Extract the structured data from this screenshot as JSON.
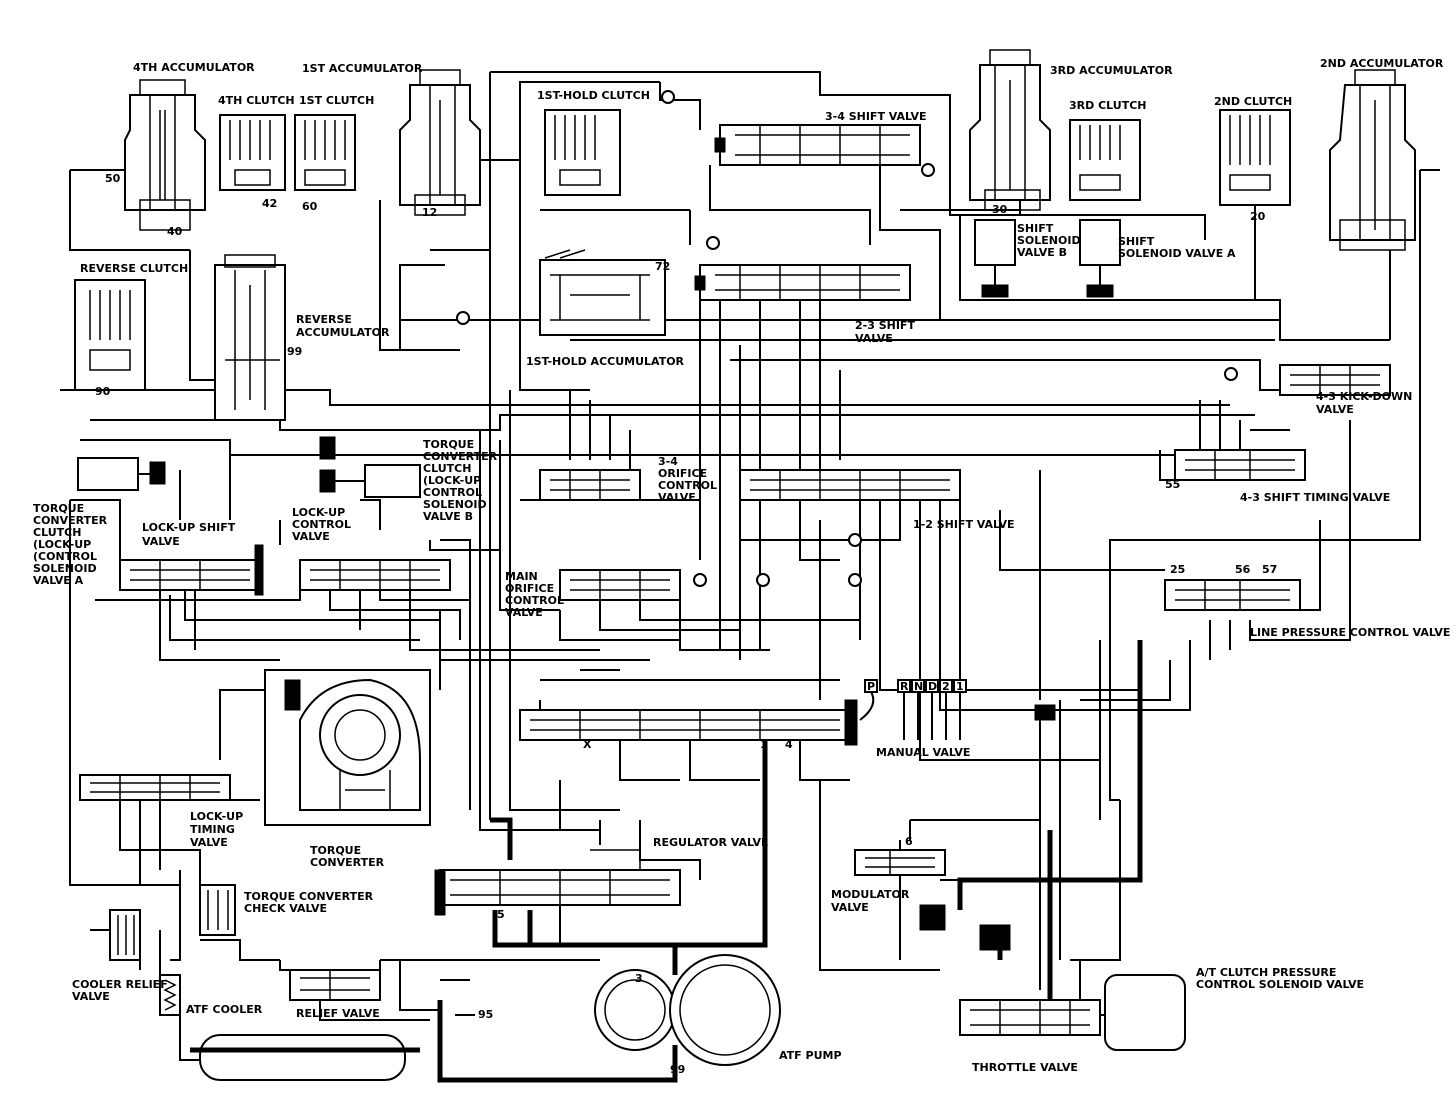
{
  "labels": {
    "acc_4th": "4TH ACCUMULATOR",
    "clutch_4th": "4TH CLUTCH",
    "clutch_1st": "1ST CLUTCH",
    "acc_1st": "1ST ACCUMULATOR",
    "hold_clutch_1st": "1ST-HOLD CLUTCH",
    "shift_34": "3-4 SHIFT VALVE",
    "acc_3rd": "3RD ACCUMULATOR",
    "clutch_3rd": "3RD CLUTCH",
    "clutch_2nd": "2ND CLUTCH",
    "acc_2nd": "2ND ACCUMULATOR",
    "reverse_clutch": "REVERSE CLUTCH",
    "reverse_acc": [
      "REVERSE",
      "ACCUMULATOR"
    ],
    "hold_acc_1st": "1ST-HOLD ACCUMULATOR",
    "shift_23": [
      "2-3 SHIFT",
      "VALVE"
    ],
    "sol_b": [
      "SHIFT",
      "SOLENOID",
      "VALVE B"
    ],
    "sol_a": [
      "SHIFT",
      "SOLENOID VALVE A"
    ],
    "kickdown_43": [
      "4-3 KICK-DOWN",
      "VALVE"
    ],
    "tc_sol_b": [
      "TORQUE",
      "CONVERTER",
      "CLUTCH",
      "(LOCK-UP",
      "CONTROL",
      "SOLENOID",
      "VALVE B"
    ],
    "orifice_34": [
      "3-4",
      "ORIFICE",
      "CONTROL",
      "VALVE"
    ],
    "shift_timing_43": "4-3 SHIFT TIMING VALVE",
    "tc_sol_a": [
      "TORQUE",
      "CONVERTER",
      "CLUTCH",
      "(LOCK-UP",
      "(CONTROL",
      "SOLENOID",
      "VALVE A"
    ],
    "lockup_shift": [
      "LOCK-UP SHIFT",
      "VALVE"
    ],
    "lockup_control": [
      "LOCK-UP",
      "CONTROL",
      "VALVE"
    ],
    "shift_12": "1-2 SHIFT VALVE",
    "main_orifice": [
      "MAIN",
      "ORIFICE",
      "CONTROL",
      "VALVE"
    ],
    "line_pressure": "LINE PRESSURE CONTROL VALVE",
    "manual_valve": "MANUAL VALVE",
    "manual_positions": [
      "P",
      "R",
      "N",
      "D",
      "2",
      "1"
    ],
    "lockup_timing": [
      "LOCK-UP",
      "TIMING",
      "VALVE"
    ],
    "torque_converter": [
      "TORQUE",
      "CONVERTER"
    ],
    "regulator": "REGULATOR VALVE",
    "modulator": [
      "MODULATOR",
      "VALVE"
    ],
    "tc_check": [
      "TORQUE CONVERTER",
      "CHECK VALVE"
    ],
    "cooler_relief": [
      "COOLER RELIEF",
      "VALVE"
    ],
    "atf_cooler": "ATF COOLER",
    "relief_valve": "RELIEF VALVE",
    "atf_pump": "ATF PUMP",
    "at_clutch_sol": [
      "A/T CLUTCH PRESSURE",
      "CONTROL SOLENOID VALVE"
    ],
    "throttle_valve": "THROTTLE  VALVE"
  },
  "port_numbers": {
    "p50": "50",
    "p40": "40",
    "p42": "42",
    "p60": "60",
    "p12": "12",
    "p72": "72",
    "p90": "90",
    "p99": "99",
    "p30": "30",
    "p20": "20",
    "p55": "55",
    "p56": "56",
    "p25": "25",
    "p57": "57",
    "p3": "3",
    "p1": "1",
    "p4": "4",
    "p5": "5",
    "p6": "6",
    "pX": "X",
    "p95": "95"
  },
  "colors": {
    "ink": "#000000",
    "paper": "#ffffff"
  }
}
